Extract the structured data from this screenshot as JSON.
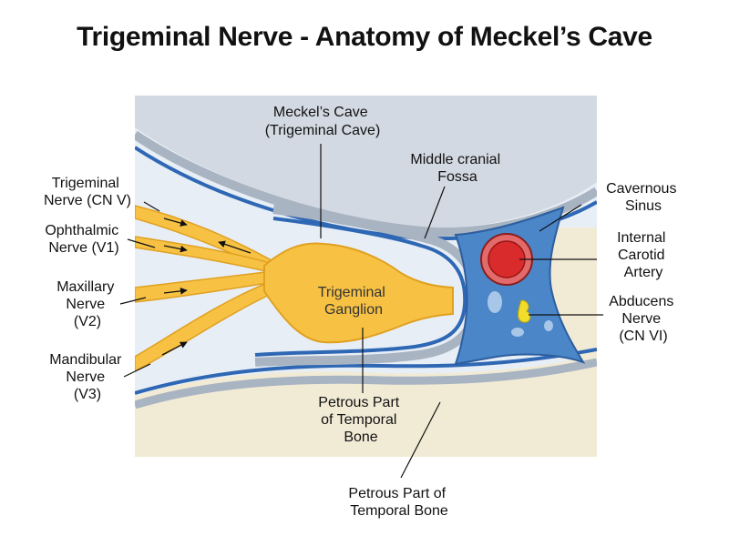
{
  "title": "Trigeminal Nerve - Anatomy of Meckel’s Cave",
  "colors": {
    "nerve": "#F7C244",
    "nerve_dark": "#E0A020",
    "dura_blue": "#2E67B4",
    "cavernous": "#4A86C8",
    "csf": "#E8EEF5",
    "bone": "#F1EBD6",
    "carotid": "#D92B2B",
    "abducens": "#F2DD2A"
  },
  "labels": {
    "meckels_cave": [
      "Meckel’s Cave",
      "(Trigeminal Cave)"
    ],
    "middle_fossa": [
      "Middle cranial",
      "Fossa"
    ],
    "cavernous_sinus": [
      "Cavernous",
      "Sinus"
    ],
    "internal_carotid": [
      "Internal",
      "Carotid",
      "Artery"
    ],
    "abducens": [
      "Abducens",
      "Nerve",
      "(CN VI)"
    ],
    "trigeminal_nerve": [
      "Trigeminal",
      "Nerve (CN V)"
    ],
    "ophthalmic": [
      "Ophthalmic",
      "Nerve (V1)"
    ],
    "maxillary": [
      "Maxillary",
      "Nerve",
      "(V2)"
    ],
    "mandibular": [
      "Mandibular",
      "Nerve",
      "(V3)"
    ],
    "ganglion": [
      "Trigeminal",
      "Ganglion"
    ],
    "petrous_inner": [
      "Petrous Part",
      "of Temporal",
      "Bone"
    ],
    "petrous_outer": [
      "Petrous Part of",
      "Temporal Bone"
    ]
  }
}
